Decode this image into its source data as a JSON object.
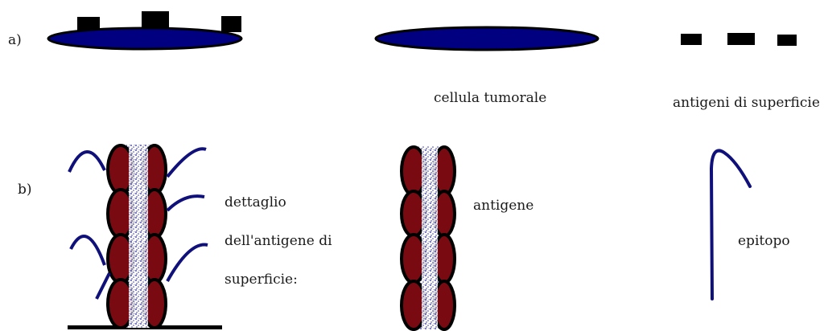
{
  "panel_a": {
    "marker": "a)",
    "cell_caption": "cellula tumorale",
    "antigens_caption": "antigeni di superficie"
  },
  "panel_b": {
    "marker": "b)",
    "detail_caption_line1": "dettaglio",
    "detail_caption_line2": "dell'antigene di",
    "detail_caption_line3": "superficie:",
    "antigen_caption": "antigene",
    "epitope_caption": "epitopo"
  },
  "colors": {
    "cell_fill": "#000080",
    "outline": "#000000",
    "antigen_red": "#7a0a12",
    "epitope_blue": "#10107a"
  },
  "icons": [
    "tumor-cell-with-antigens",
    "tumor-cell",
    "surface-antigens",
    "antigen-detail",
    "antigen",
    "epitope"
  ]
}
